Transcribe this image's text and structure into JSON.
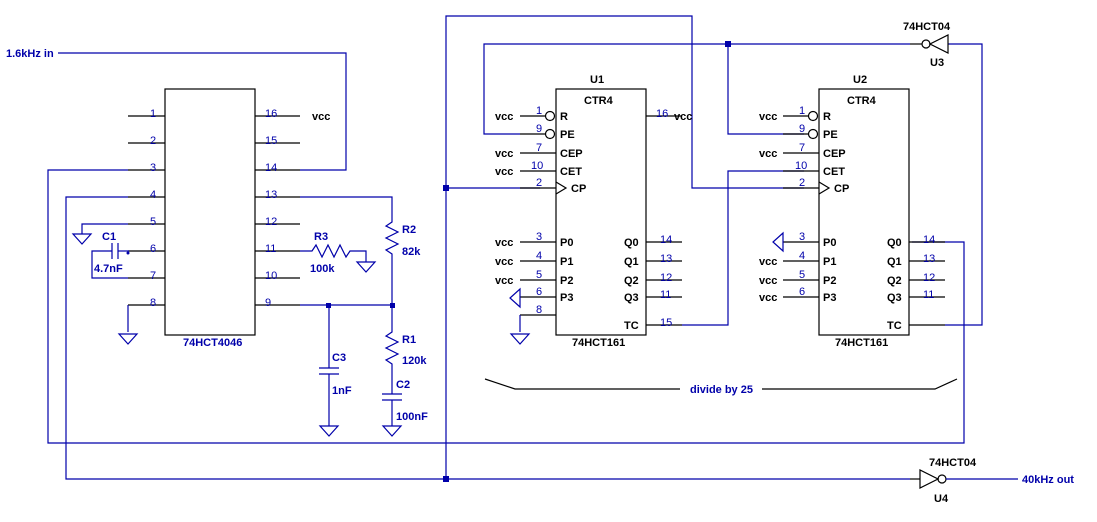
{
  "signals": {
    "input": "1.6kHz in",
    "output": "40kHz out",
    "divide_note": "divide by 25"
  },
  "pll": {
    "part": "74HCT4046",
    "left_pins": [
      "1",
      "2",
      "3",
      "4",
      "5",
      "6",
      "7",
      "8"
    ],
    "right_pins": [
      "16",
      "15",
      "14",
      "13",
      "12",
      "11",
      "10",
      "9"
    ],
    "vcc": "vcc"
  },
  "components": {
    "c1": {
      "ref": "C1",
      "value": "4.7nF"
    },
    "r3": {
      "ref": "R3",
      "value": "100k"
    },
    "r2": {
      "ref": "R2",
      "value": "82k"
    },
    "r1": {
      "ref": "R1",
      "value": "120k"
    },
    "c3": {
      "ref": "C3",
      "value": "1nF"
    },
    "c2": {
      "ref": "C2",
      "value": "100nF"
    }
  },
  "counters": {
    "u1": {
      "ref": "U1",
      "title": "CTR4",
      "part": "74HCT161",
      "left_pins": [
        {
          "num": "1",
          "name": "R",
          "net": "vcc"
        },
        {
          "num": "9",
          "name": "PE",
          "net": ""
        },
        {
          "num": "7",
          "name": "CEP",
          "net": "vcc"
        },
        {
          "num": "10",
          "name": "CET",
          "net": "vcc"
        },
        {
          "num": "2",
          "name": "CP",
          "net": ""
        },
        {
          "num": "3",
          "name": "P0",
          "net": "vcc"
        },
        {
          "num": "4",
          "name": "P1",
          "net": "vcc"
        },
        {
          "num": "5",
          "name": "P2",
          "net": "vcc"
        },
        {
          "num": "6",
          "name": "P3",
          "net": ""
        },
        {
          "num": "8",
          "name": "",
          "net": ""
        }
      ],
      "right_pins": [
        {
          "num": "16",
          "name": "",
          "net": "vcc"
        },
        {
          "num": "14",
          "name": "Q0"
        },
        {
          "num": "13",
          "name": "Q1"
        },
        {
          "num": "12",
          "name": "Q2"
        },
        {
          "num": "11",
          "name": "Q3"
        },
        {
          "num": "15",
          "name": "TC"
        }
      ]
    },
    "u2": {
      "ref": "U2",
      "title": "CTR4",
      "part": "74HCT161",
      "left_pins": [
        {
          "num": "1",
          "name": "R",
          "net": "vcc"
        },
        {
          "num": "9",
          "name": "PE",
          "net": ""
        },
        {
          "num": "7",
          "name": "CEP",
          "net": "vcc"
        },
        {
          "num": "10",
          "name": "CET",
          "net": ""
        },
        {
          "num": "2",
          "name": "CP",
          "net": ""
        },
        {
          "num": "3",
          "name": "P0",
          "net": ""
        },
        {
          "num": "4",
          "name": "P1",
          "net": "vcc"
        },
        {
          "num": "5",
          "name": "P2",
          "net": "vcc"
        },
        {
          "num": "6",
          "name": "P3",
          "net": "vcc"
        }
      ],
      "right_pins": [
        {
          "num": "14",
          "name": "Q0"
        },
        {
          "num": "13",
          "name": "Q1"
        },
        {
          "num": "12",
          "name": "Q2"
        },
        {
          "num": "11",
          "name": "Q3"
        },
        {
          "num": "",
          "name": "TC"
        }
      ]
    }
  },
  "inverters": {
    "u3": {
      "ref": "U3",
      "part": "74HCT04"
    },
    "u4": {
      "ref": "U4",
      "part": "74HCT04"
    }
  }
}
